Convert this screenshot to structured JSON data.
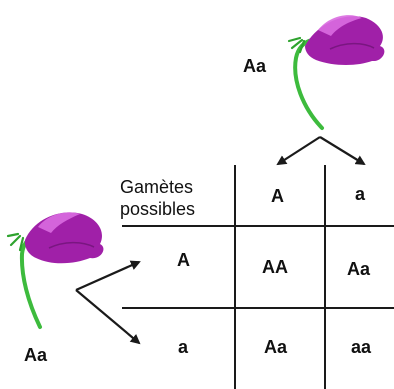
{
  "parents": {
    "top": {
      "genotype": "Aa"
    },
    "left": {
      "genotype": "Aa"
    }
  },
  "table": {
    "header": {
      "line1": "Gamètes",
      "line2": "possibles"
    },
    "columns": [
      "A",
      "a"
    ],
    "rows": [
      {
        "gamete": "A",
        "cells": [
          "AA",
          "Aa"
        ]
      },
      {
        "gamete": "a",
        "cells": [
          "Aa",
          "aa"
        ]
      }
    ]
  },
  "colors": {
    "flower_petal": "#a020a8",
    "flower_highlight": "#d96be0",
    "stem": "#3dbb3d",
    "leaf": "#2ea32e",
    "line": "#1a1a1a"
  }
}
